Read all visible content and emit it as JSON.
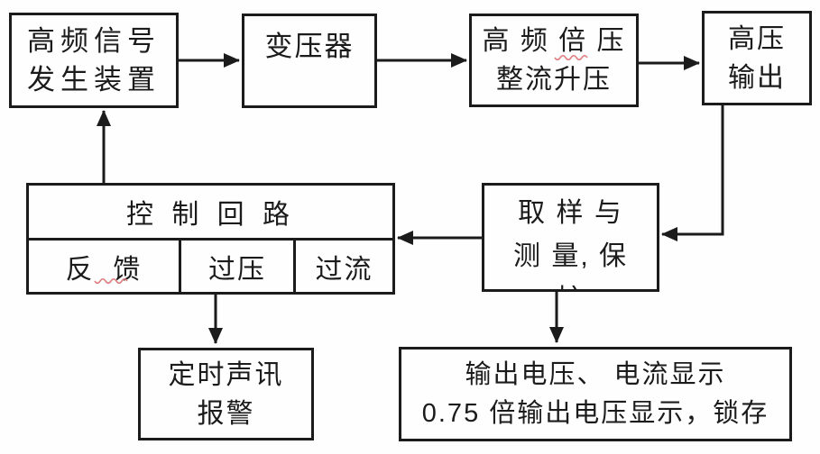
{
  "diagram": {
    "type": "flowchart",
    "background": "#fefefe",
    "line_color": "#1b1b1b",
    "squiggle_color": "#dd7f7f",
    "nodes": {
      "signal_generator": {
        "label": "高频信号发生装置",
        "lines": [
          "高频信号",
          "发生装置"
        ]
      },
      "transformer": {
        "label": "变压器",
        "lines": [
          "变压器"
        ]
      },
      "voltage_doubler": {
        "label": "高频倍压整流升压",
        "lines": [
          "高 频 倍 压",
          "整流升压"
        ]
      },
      "hv_output": {
        "label": "高压输出",
        "lines": [
          "高压",
          "输出"
        ]
      },
      "control_loop": {
        "label": "控制回路",
        "header": "控 制 回 路",
        "cells": [
          "反  馈",
          "过压",
          "过流"
        ]
      },
      "sampling": {
        "label": "取样与测量,保护",
        "lines": [
          "取 样 与",
          "测 量, 保",
          "护"
        ]
      },
      "alarm": {
        "label": "定时声讯报警",
        "lines": [
          "定时声讯",
          "报警"
        ]
      },
      "display": {
        "label": "输出电压、电流显示 0.75倍输出电压显示，锁存",
        "lines": [
          "输出电压、 电流显示",
          "0.75 倍输出电压显示，锁存"
        ]
      }
    },
    "edges": [
      {
        "from": "signal_generator",
        "to": "transformer"
      },
      {
        "from": "transformer",
        "to": "voltage_doubler"
      },
      {
        "from": "voltage_doubler",
        "to": "hv_output"
      },
      {
        "from": "hv_output",
        "to": "sampling"
      },
      {
        "from": "sampling",
        "to": "control_loop"
      },
      {
        "from": "control_loop",
        "to": "signal_generator"
      },
      {
        "from": "control_loop",
        "to": "alarm"
      },
      {
        "from": "sampling",
        "to": "display"
      }
    ]
  }
}
